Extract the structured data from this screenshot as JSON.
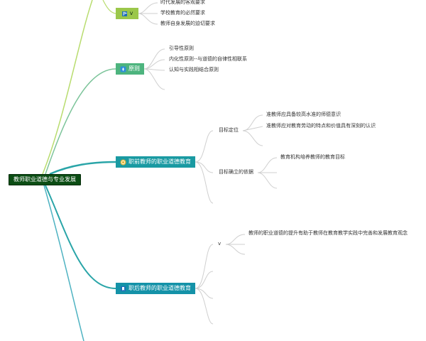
{
  "root": {
    "label": "教师职业道德与专业发展"
  },
  "branch1": {
    "label": "v",
    "icon": "flag-icon",
    "children": [
      "时代发展的客观要求",
      "学校教育的必然要求",
      "教师自身发展的迫切要求"
    ]
  },
  "branch2": {
    "label": "原则",
    "icon": "droplet-icon",
    "children": [
      "引导性原则",
      "内化性原则--与道德的自律性相联系",
      "认知与实践相结合原则"
    ]
  },
  "branch3": {
    "label": "职前教师的职业道德教育",
    "icon": "medal-icon",
    "sub1": {
      "label": "目标定位",
      "children": [
        "准教师应具备较高水准的师德意识",
        "准教师应对教育劳动的特点和价值具有深刻的认识"
      ]
    },
    "sub2": {
      "label": "目标确立的依据",
      "children": [
        "教育机构培养教师的教育目标"
      ]
    }
  },
  "branch4": {
    "label": "职后教师的职业道德教育",
    "icon": "bookmark-icon",
    "sub1": {
      "label": "v",
      "children": [
        "教师的职业道德的提升有助于教师在教育教学实践中完善和发展教育观念"
      ]
    }
  },
  "colors": {
    "root": "#0b4d14",
    "branch1": "#9bc74a",
    "branch2": "#4db47e",
    "branch3": "#1a9aa2",
    "branch4": "#1492a8",
    "line1": "#b8dc6e",
    "line2": "#7cc49a",
    "line3": "#2aa5a8",
    "line4": "#4fb3c2",
    "leafline": "#cfcfcf"
  }
}
